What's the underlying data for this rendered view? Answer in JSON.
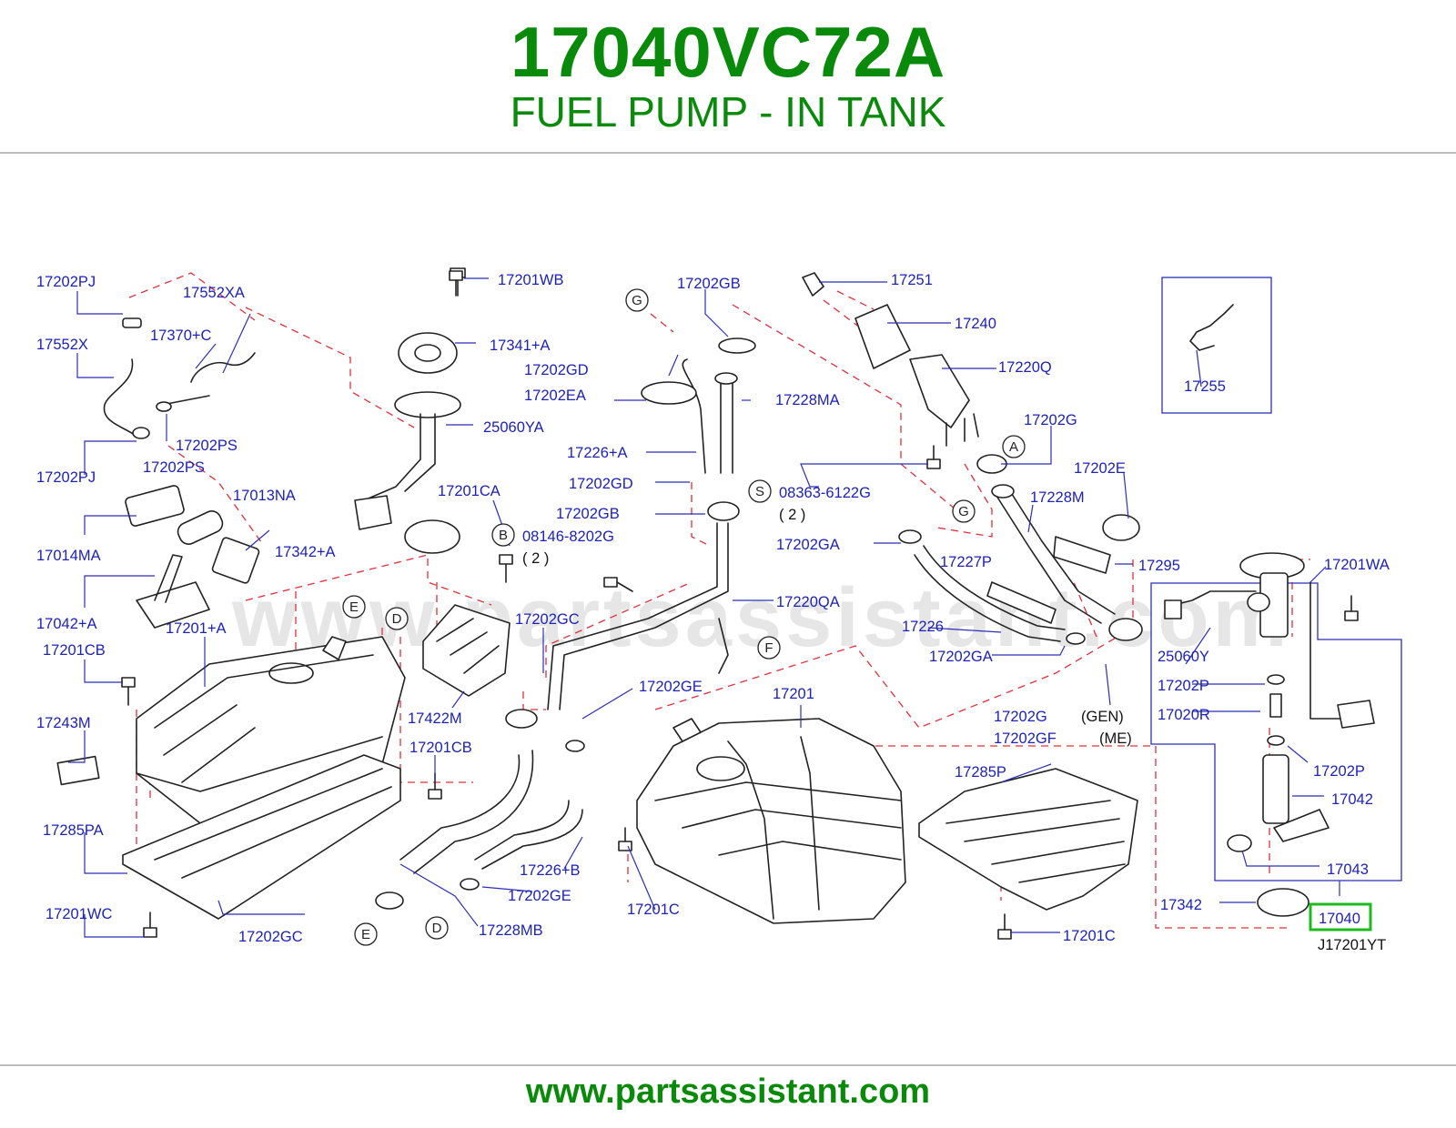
{
  "header": {
    "part_number": "17040VC72A",
    "part_title": "FUEL PUMP - IN TANK"
  },
  "footer": {
    "site_url": "www.partsassistant.com"
  },
  "diagram": {
    "watermark": "www.partsassistant.com",
    "diagram_code": "J17201YT",
    "highlighted_part": "17040",
    "labels": [
      "17202PJ",
      "17552XA",
      "17552X",
      "17370+C",
      "17202PS",
      "17202PJ",
      "17202PS",
      "17013NA",
      "17014MA",
      "17342+A",
      "17042+A",
      "17201CB",
      "17243M",
      "17201+A",
      "17285PA",
      "17201WC",
      "17201WB",
      "17341+A",
      "25060YA",
      "17201CA",
      "08146-8202G",
      "( 2 )",
      "17422M",
      "17202GC",
      "17201CB",
      "17202GC",
      "17202GB",
      "17202GD",
      "17202EA",
      "17228MA",
      "17226+A",
      "17202GD",
      "17202GB",
      "08363-6122G",
      "( 2 )",
      "17202GA",
      "17220QA",
      "17202GE",
      "17226+B",
      "17202GE",
      "17228MB",
      "17201",
      "17201C",
      "17251",
      "17240",
      "17220Q",
      "17202G",
      "17202E",
      "17228M",
      "17227P",
      "17295",
      "17226",
      "17202GA",
      "17202G",
      "(GEN)",
      "17202GF",
      "(ME)",
      "17285P",
      "17201C",
      "17255",
      "17201WA",
      "25060Y",
      "17202P",
      "17020R",
      "17202P",
      "17042",
      "17043",
      "17342",
      "17040"
    ],
    "callouts": [
      "G",
      "G",
      "A",
      "B",
      "S",
      "E",
      "D",
      "F",
      "E",
      "D"
    ]
  }
}
